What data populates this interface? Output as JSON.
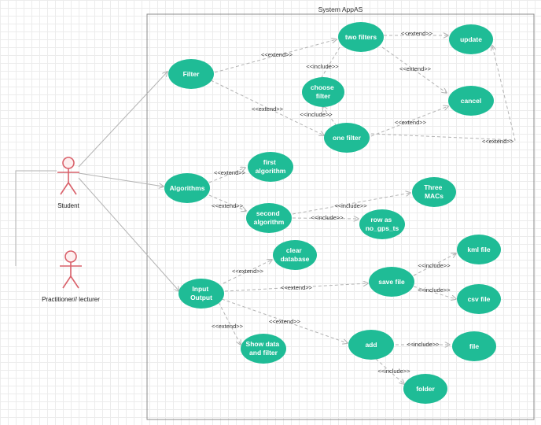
{
  "diagram": {
    "system_title": "System AppAS",
    "colors": {
      "usecase_fill": "#1fbc96",
      "actor_stroke": "#d9606a",
      "line": "#b3b3b3",
      "system_border": "#8c8c8c"
    },
    "actors": [
      {
        "id": "student",
        "label": "Student"
      },
      {
        "id": "practitioner",
        "label": "Practitioner// lecturer"
      }
    ],
    "usecases": [
      {
        "id": "filter",
        "lines": [
          "Filter"
        ]
      },
      {
        "id": "two_filters",
        "lines": [
          "two filters"
        ]
      },
      {
        "id": "update",
        "lines": [
          "update"
        ]
      },
      {
        "id": "choose_filter",
        "lines": [
          "choose",
          "filter"
        ]
      },
      {
        "id": "cancel",
        "lines": [
          "cancel"
        ]
      },
      {
        "id": "one_filter",
        "lines": [
          "one filter"
        ]
      },
      {
        "id": "algorithms",
        "lines": [
          "Algorithms"
        ]
      },
      {
        "id": "first_algorithm",
        "lines": [
          "first",
          "algorithm"
        ]
      },
      {
        "id": "second_algorithm",
        "lines": [
          "second",
          "algorithm"
        ]
      },
      {
        "id": "three_macs",
        "lines": [
          "Three",
          "MACs"
        ]
      },
      {
        "id": "row_as",
        "lines": [
          "row as",
          "no_gps_ts"
        ]
      },
      {
        "id": "clear_database",
        "lines": [
          "clear",
          "database"
        ]
      },
      {
        "id": "input_output",
        "lines": [
          "Input",
          "Output"
        ]
      },
      {
        "id": "save_file",
        "lines": [
          "save file"
        ]
      },
      {
        "id": "kml_file",
        "lines": [
          "kml file"
        ]
      },
      {
        "id": "csv_file",
        "lines": [
          "csv file"
        ]
      },
      {
        "id": "show_data",
        "lines": [
          "Show data",
          "and filter"
        ]
      },
      {
        "id": "add",
        "lines": [
          "add"
        ]
      },
      {
        "id": "file",
        "lines": [
          "file"
        ]
      },
      {
        "id": "folder",
        "lines": [
          "folder"
        ]
      }
    ],
    "edge_labels": [
      "<<extend>>",
      "<<extend>>",
      "<<include>>",
      "<<extend>>",
      "<<extend>>",
      "<<include>>",
      "<<extend>>",
      "<<extend>>",
      "<<extend>>",
      "<<extend>>",
      "<<include>>",
      "<<include>>",
      "<<extend>>",
      "<<extend>>",
      "<<include>>",
      "<<include>>",
      "<<extend>>",
      "<<extend>>",
      "<<include>>",
      "<<include>>"
    ]
  }
}
